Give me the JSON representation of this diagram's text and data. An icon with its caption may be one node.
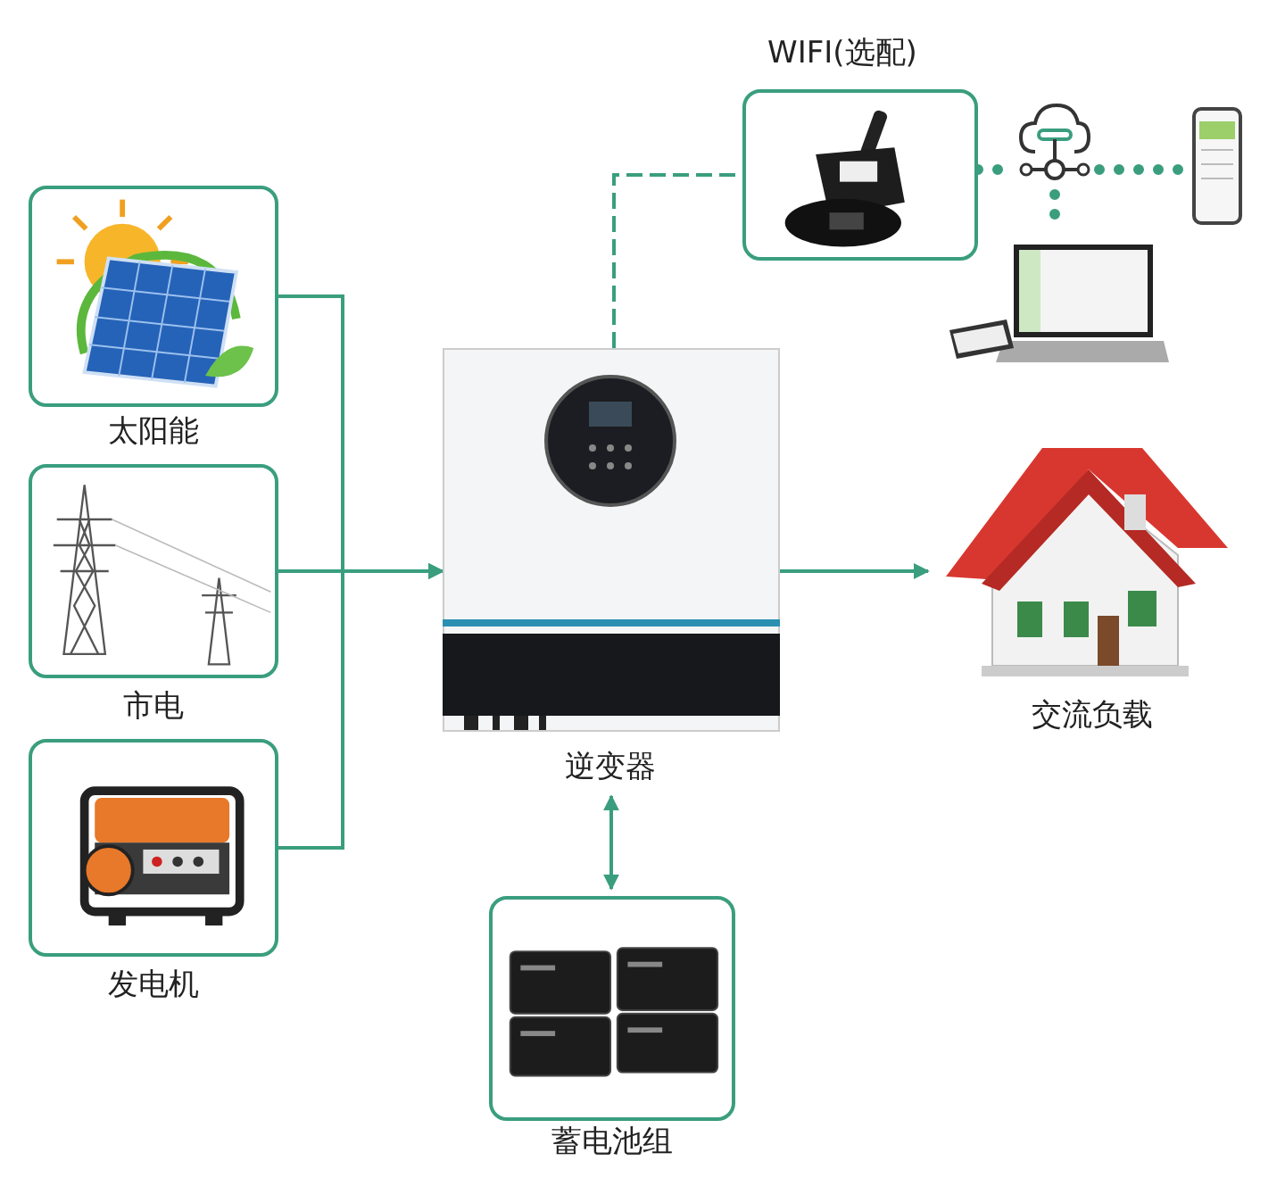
{
  "diagram": {
    "nodes": [
      {
        "text": [
          "太阳能"
        ]
      },
      {
        "text": [
          "市电"
        ]
      },
      {
        "text": [
          "发电机"
        ]
      },
      {
        "text": [
          "逆变器"
        ]
      },
      {
        "text": [
          "WIFI(选配)"
        ]
      },
      {
        "text": [],
        "shape": "cloud"
      },
      {
        "text": [],
        "shape": "picture"
      },
      {
        "text": [],
        "shape": "picture"
      },
      {
        "text": [
          "交流负载"
        ]
      },
      {
        "text": [
          "蓄电池组"
        ]
      }
    ],
    "edges": [
      {
        "from": 0,
        "to": 3,
        "arrow": "to"
      },
      {
        "from": 1,
        "to": 3,
        "arrow": "to"
      },
      {
        "from": 2,
        "to": 3,
        "arrow": "to"
      },
      {
        "from": 3,
        "to": 4,
        "arrow": "none",
        "style": "dashed"
      },
      {
        "from": 4,
        "to": 5,
        "arrow": "none",
        "style": "dashed"
      },
      {
        "from": 5,
        "to": 6,
        "arrow": "none",
        "style": "dashed"
      },
      {
        "from": 5,
        "to": 7,
        "arrow": "none",
        "style": "dashed"
      },
      {
        "from": 3,
        "to": 8,
        "arrow": "to"
      },
      {
        "from": 3,
        "to": 9,
        "arrow": "both"
      }
    ]
  }
}
